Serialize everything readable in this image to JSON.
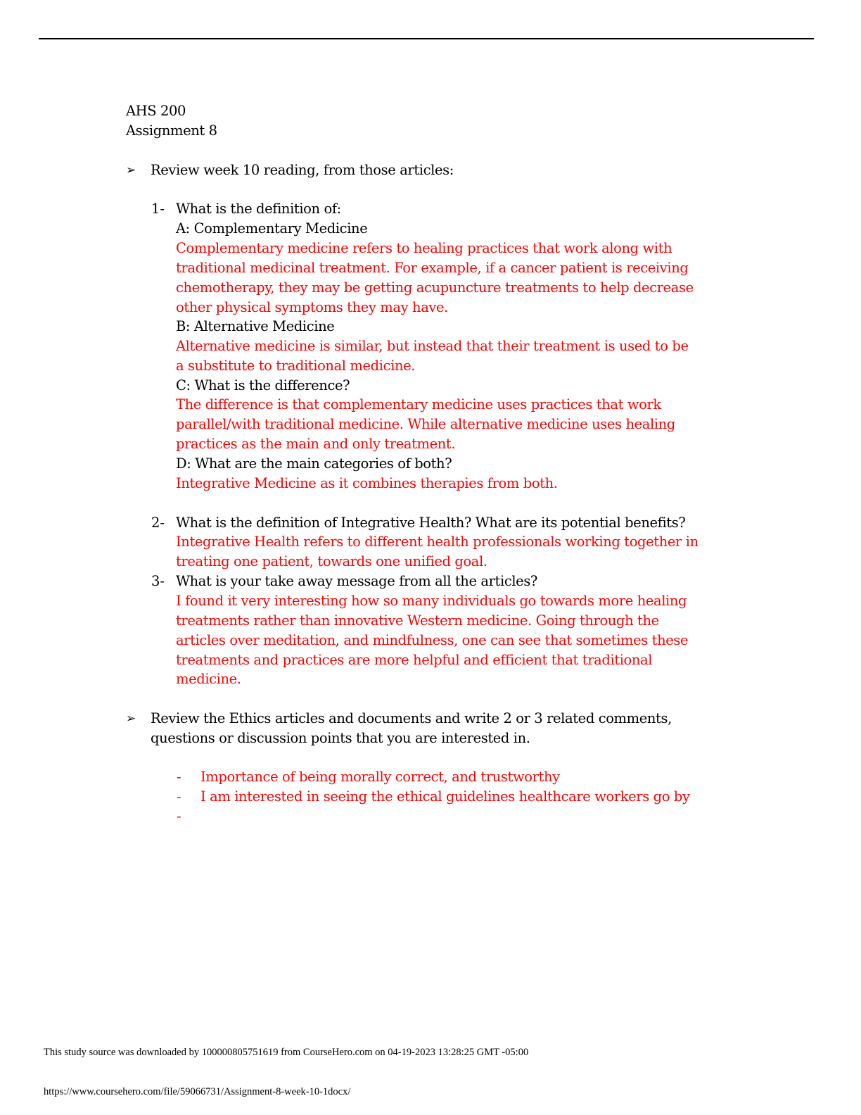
{
  "header": {
    "course": "AHS 200",
    "assignment": "Assignment 8"
  },
  "section1": {
    "bullet_icon": "arrowhead-bullet",
    "prompt": "Review week 10 reading, from those articles:",
    "q1": {
      "number": "1-",
      "question": "What is the definition of:",
      "a_label": "A: Complementary Medicine",
      "a_answer": [
        "Complementary medicine refers to healing practices that work along with",
        "traditional medicinal treatment. For example, if a cancer patient is receiving",
        "chemotherapy, they may be getting acupuncture treatments to help decrease",
        "other physical symptoms they may have."
      ],
      "b_label": "B: Alternative Medicine",
      "b_answer": [
        "Alternative medicine is similar, but instead that their treatment is used to be",
        "a substitute to traditional medicine."
      ],
      "c_label": "C: What is the difference?",
      "c_answer": [
        "The difference is that complementary medicine uses practices that work",
        "parallel/with traditional medicine. While alternative medicine uses healing",
        "practices as the main and only treatment."
      ],
      "d_label": "D: What are the main categories of both?",
      "d_answer": [
        "Integrative Medicine as it combines therapies from both."
      ]
    },
    "q2": {
      "number": "2-",
      "question": "What is the definition of Integrative Health?  What are its potential benefits?",
      "answer": [
        "Integrative Health refers to different health professionals working together in",
        "treating one patient, towards one unified goal."
      ]
    },
    "q3": {
      "number": "3-",
      "question": "What is your take away message from all the articles?",
      "answer": [
        "I found it very interesting how so many individuals go towards more healing",
        "treatments rather than innovative Western medicine. Going through the",
        "articles over meditation, and mindfulness, one can see that sometimes these",
        "treatments and practices are more helpful and efficient that traditional",
        "medicine."
      ]
    }
  },
  "section2": {
    "bullet_icon": "arrowhead-bullet",
    "prompt": [
      "Review the Ethics articles and documents and write 2 or 3 related comments,",
      "questions or discussion points that you are interested in."
    ],
    "dash": "-",
    "comments": [
      "Importance of being morally correct, and trustworthy",
      "I am interested in seeing the ethical guidelines healthcare workers go by",
      ""
    ]
  },
  "footer": {
    "download_notice": "This study source was downloaded by 100000805751619 from CourseHero.com on 04-19-2023 13:28:25 GMT -05:00",
    "url": "https://www.coursehero.com/file/59066731/Assignment-8-week-10-1docx/"
  },
  "colors": {
    "answer": "#ff0000",
    "text": "#000000"
  }
}
